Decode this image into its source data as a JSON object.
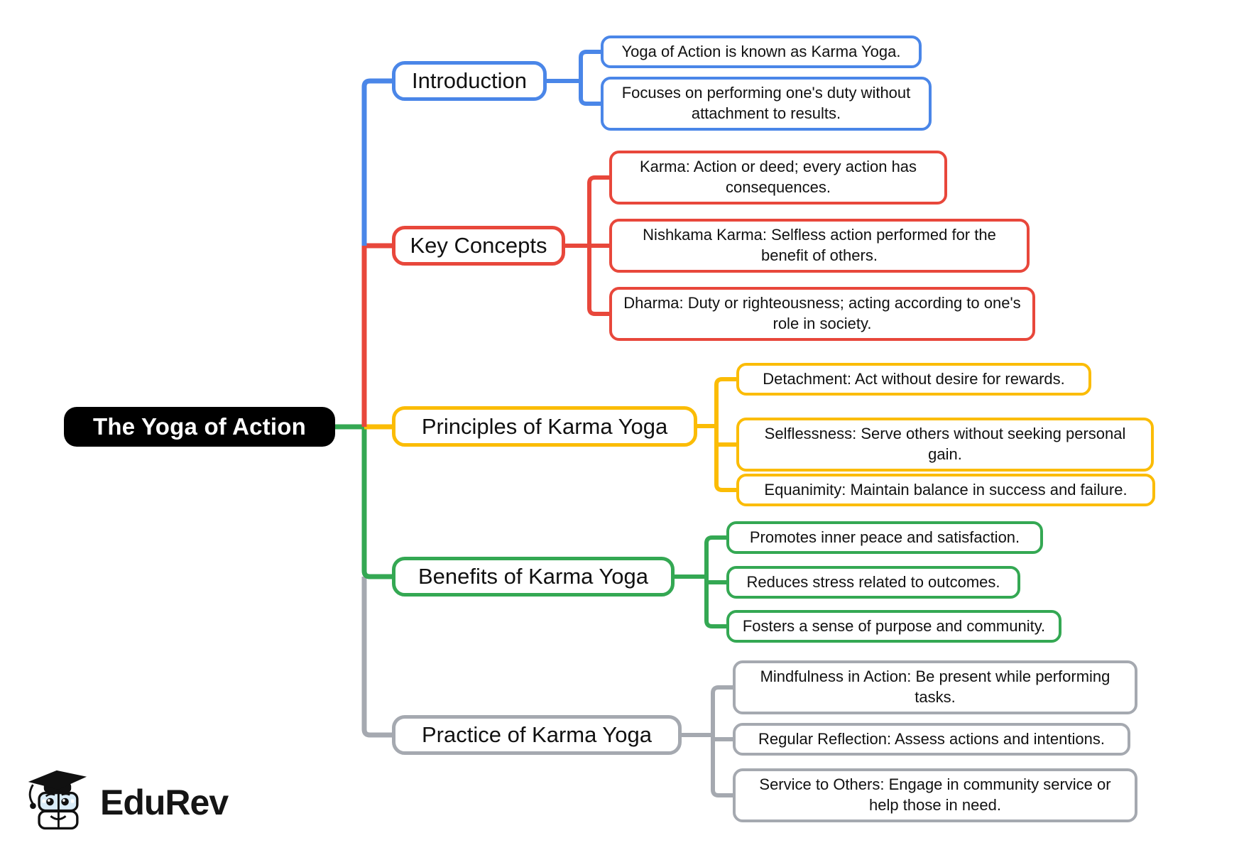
{
  "root": {
    "label": "The Yoga of Action"
  },
  "branches": [
    {
      "label": "Introduction",
      "color": "#4a86e8",
      "children": [
        "Yoga of Action is known as Karma Yoga.",
        "Focuses on performing one's duty without attachment to results."
      ]
    },
    {
      "label": "Key Concepts",
      "color": "#e8473b",
      "children": [
        "Karma: Action or deed; every action has consequences.",
        "Nishkama Karma: Selfless action performed for the benefit of others.",
        "Dharma: Duty or righteousness; acting according to one's role in society."
      ]
    },
    {
      "label": "Principles of Karma Yoga",
      "color": "#fbbc05",
      "children": [
        "Detachment: Act without desire for rewards.",
        "Selflessness: Serve others without seeking personal gain.",
        "Equanimity: Maintain balance in success and failure."
      ]
    },
    {
      "label": "Benefits of Karma Yoga",
      "color": "#34a853",
      "children": [
        "Promotes inner peace and satisfaction.",
        "Reduces stress related to outcomes.",
        "Fosters a sense of purpose and community."
      ]
    },
    {
      "label": "Practice of Karma Yoga",
      "color": "#a5a9b0",
      "children": [
        "Mindfulness in Action: Be present while performing tasks.",
        "Regular Reflection: Assess actions and intentions.",
        "Service to Others: Engage in community service or help those in need."
      ]
    }
  ],
  "logo": {
    "brand": "EduRev"
  },
  "palette": {
    "canvas": "#ffffff",
    "root_bg": "#000000",
    "root_text": "#ffffff",
    "node_text": "#111111",
    "branch_blue": "#4a86e8",
    "branch_red": "#e8473b",
    "branch_yellow": "#fbbc05",
    "branch_green": "#34a853",
    "branch_gray": "#a5a9b0"
  }
}
